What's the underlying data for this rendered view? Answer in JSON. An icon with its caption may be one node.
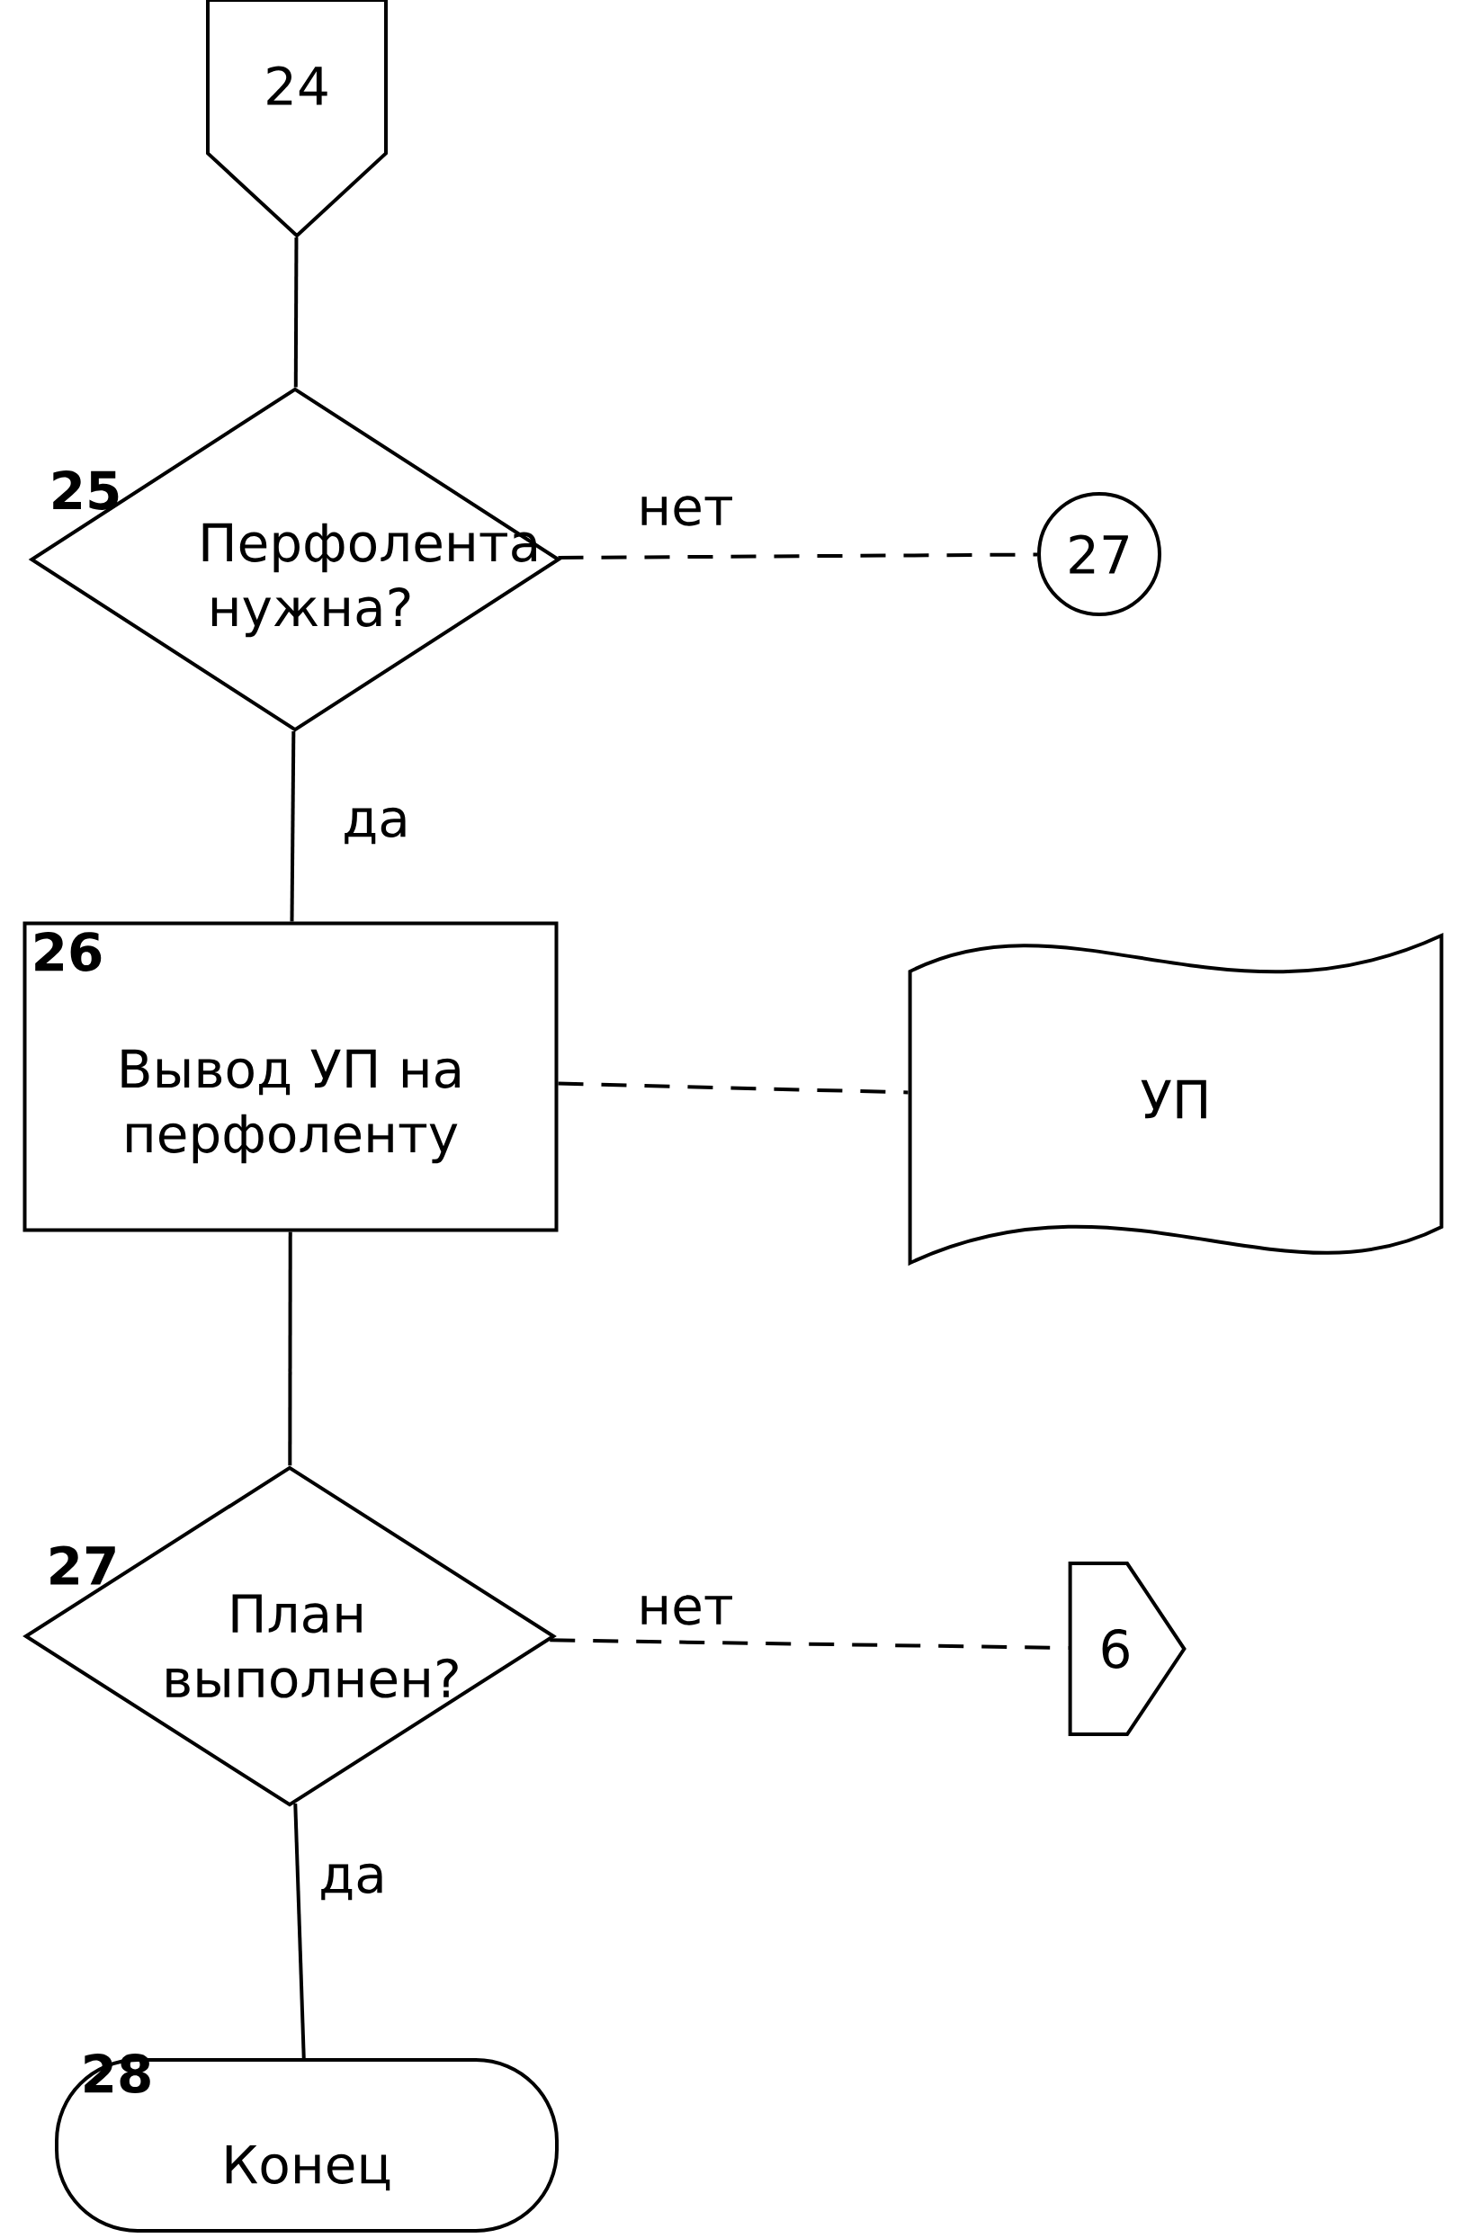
{
  "diagram": {
    "nodes": [
      {
        "text": [
          "24"
        ]
      },
      {
        "text": [
          "25",
          "Перфолента нужна?"
        ]
      },
      {
        "text": [
          "27"
        ]
      },
      {
        "text": [
          "26",
          "Вывод УП на перфоленту"
        ]
      },
      {
        "text": [
          "УП"
        ]
      },
      {
        "text": [
          "27",
          "План выполнен?"
        ]
      },
      {
        "text": [
          "6"
        ]
      },
      {
        "text": [
          "28",
          "Конец"
        ]
      }
    ],
    "edges": [
      {
        "from": 0,
        "to": 1,
        "arrow": "none"
      },
      {
        "from": 1,
        "to": 2,
        "arrow": "none",
        "label": "нет",
        "style": "dashed"
      },
      {
        "from": 1,
        "to": 3,
        "arrow": "none",
        "label": "да"
      },
      {
        "from": 3,
        "to": 4,
        "arrow": "none",
        "style": "dashed"
      },
      {
        "from": 3,
        "to": 5,
        "arrow": "none"
      },
      {
        "from": 5,
        "to": 6,
        "arrow": "none",
        "label": "нет",
        "style": "dashed"
      },
      {
        "from": 5,
        "to": 7,
        "arrow": "none",
        "label": "да"
      }
    ]
  }
}
